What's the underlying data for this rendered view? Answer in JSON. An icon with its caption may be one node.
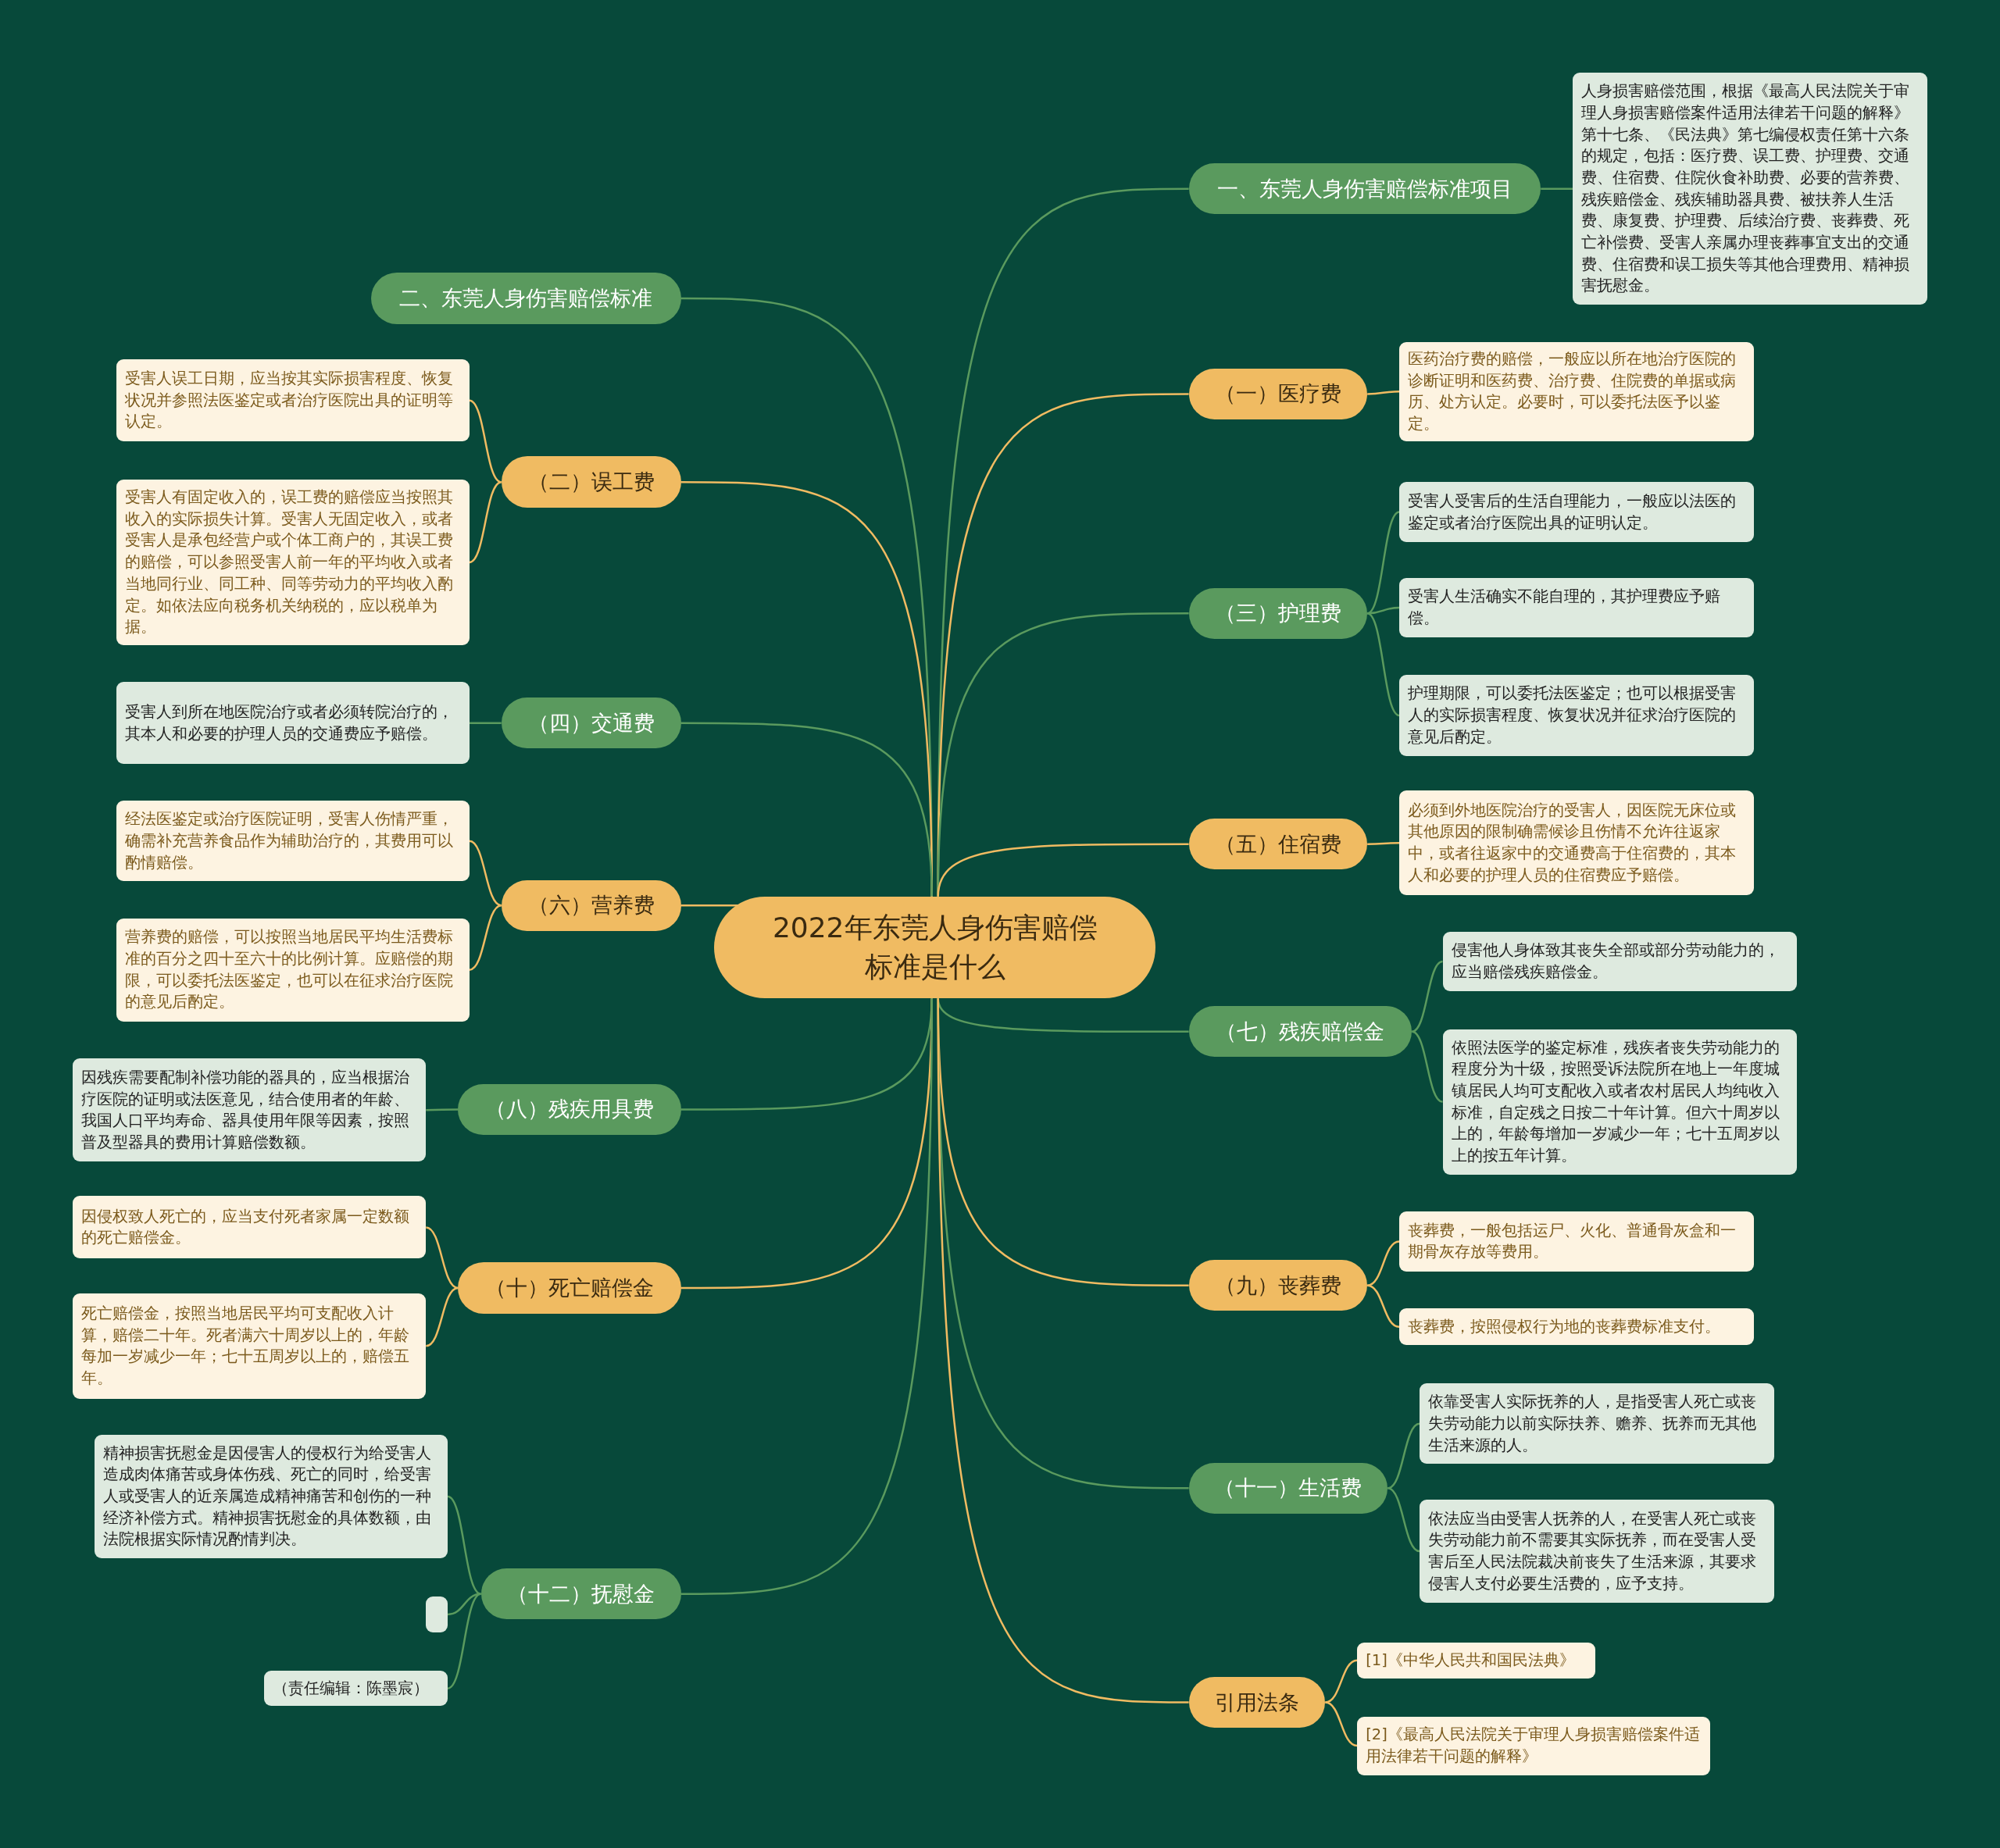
{
  "diagram": {
    "nodes": [
      {
        "text": [
          "2022年东莞人身伤害赔偿标准是什么"
        ]
      },
      {
        "text": [
          "一、东莞人身伤害赔偿标准项目"
        ]
      },
      {
        "text": [
          "人身损害赔偿范围，根据《最高人民法院关于审理人身损害赔偿案件适用法律若干问题的解释》第十七条、《民法典》第七编侵权责任第十六条的规定，包括：医疗费、误工费、护理费、交通费、住宿费、住院伙食补助费、必要的营养费、残疾赔偿金、残疾辅助器具费、被扶养人生活费、康复费、护理费、后续治疗费、丧葬费、死亡补偿费、受害人亲属办理丧葬事宜支出的交通费、住宿费和误工损失等其他合理费用、精神损害抚慰金。"
        ]
      },
      {
        "text": [
          "二、东莞人身伤害赔偿标准"
        ]
      },
      {
        "text": [
          "（一）医疗费"
        ]
      },
      {
        "text": [
          "医药治疗费的赔偿，一般应以所在地治疗医院的诊断证明和医药费、治疗费、住院费的单据或病历、处方认定。必要时，可以委托法医予以鉴定。"
        ]
      },
      {
        "text": [
          "（二）误工费"
        ]
      },
      {
        "text": [
          "受害人误工日期，应当按其实际损害程度、恢复状况并参照法医鉴定或者治疗医院出具的证明等认定。"
        ]
      },
      {
        "text": [
          "受害人有固定收入的，误工费的赔偿应当按照其收入的实际损失计算。受害人无固定收入，或者受害人是承包经营户或个体工商户的，其误工费的赔偿，可以参照受害人前一年的平均收入或者当地同行业、同工种、同等劳动力的平均收入酌定。如依法应向税务机关纳税的，应以税单为据。"
        ]
      },
      {
        "text": [
          "（三）护理费"
        ]
      },
      {
        "text": [
          "受害人受害后的生活自理能力，一般应以法医的鉴定或者治疗医院出具的证明认定。"
        ]
      },
      {
        "text": [
          "受害人生活确实不能自理的，其护理费应予赔偿。"
        ]
      },
      {
        "text": [
          "护理期限，可以委托法医鉴定；也可以根据受害人的实际损害程度、恢复状况并征求治疗医院的意见后酌定。"
        ]
      },
      {
        "text": [
          "（四）交通费"
        ]
      },
      {
        "text": [
          "受害人到所在地医院治疗或者必须转院治疗的，其本人和必要的护理人员的交通费应予赔偿。"
        ]
      },
      {
        "text": [
          "（五）住宿费"
        ]
      },
      {
        "text": [
          "必须到外地医院治疗的受害人，因医院无床位或其他原因的限制确需候诊且伤情不允许往返家中，或者往返家中的交通费高于住宿费的，其本人和必要的护理人员的住宿费应予赔偿。"
        ]
      },
      {
        "text": [
          "（六）营养费"
        ]
      },
      {
        "text": [
          "经法医鉴定或治疗医院证明，受害人伤情严重，确需补充营养食品作为辅助治疗的，其费用可以酌情赔偿。"
        ]
      },
      {
        "text": [
          "营养费的赔偿，可以按照当地居民平均生活费标准的百分之四十至六十的比例计算。应赔偿的期限，可以委托法医鉴定，也可以在征求治疗医院的意见后酌定。"
        ]
      },
      {
        "text": [
          "（七）残疾赔偿金"
        ]
      },
      {
        "text": [
          "侵害他人身体致其丧失全部或部分劳动能力的，应当赔偿残疾赔偿金。"
        ]
      },
      {
        "text": [
          "依照法医学的鉴定标准，残疾者丧失劳动能力的程度分为十级，按照受诉法院所在地上一年度城镇居民人均可支配收入或者农村居民人均纯收入标准，自定残之日按二十年计算。但六十周岁以上的，年龄每增加一岁减少一年；七十五周岁以上的按五年计算。"
        ]
      },
      {
        "text": [
          "（八）残疾用具费"
        ]
      },
      {
        "text": [
          "因残疾需要配制补偿功能的器具的，应当根据治疗医院的证明或法医意见，结合使用者的年龄、我国人口平均寿命、器具使用年限等因素，按照普及型器具的费用计算赔偿数额。"
        ]
      },
      {
        "text": [
          "（九）丧葬费"
        ]
      },
      {
        "text": [
          "丧葬费，一般包括运尸、火化、普通骨灰盒和一期骨灰存放等费用。"
        ]
      },
      {
        "text": [
          "丧葬费，按照侵权行为地的丧葬费标准支付。"
        ]
      },
      {
        "text": [
          "（十）死亡赔偿金"
        ]
      },
      {
        "text": [
          "因侵权致人死亡的，应当支付死者家属一定数额的死亡赔偿金。"
        ]
      },
      {
        "text": [
          "死亡赔偿金，按照当地居民平均可支配收入计算，赔偿二十年。死者满六十周岁以上的，年龄每加一岁减少一年；七十五周岁以上的，赔偿五年。"
        ]
      },
      {
        "text": [
          "（十一）生活费"
        ]
      },
      {
        "text": [
          "依靠受害人实际抚养的人，是指受害人死亡或丧失劳动能力以前实际扶养、赡养、抚养而无其他生活来源的人。"
        ]
      },
      {
        "text": [
          "依法应当由受害人抚养的人，在受害人死亡或丧失劳动能力前不需要其实际抚养，而在受害人受害后至人民法院裁决前丧失了生活来源，其要求侵害人支付必要生活费的，应予支持。"
        ]
      },
      {
        "text": [
          "（十二）抚慰金"
        ]
      },
      {
        "text": [
          "精神损害抚慰金是因侵害人的侵权行为给受害人造成肉体痛苦或身体伤残、死亡的同时，给受害人或受害人的近亲属造成精神痛苦和创伤的一种经济补偿方式。精神损害抚慰金的具体数额，由法院根据实际情况酌情判决。"
        ]
      },
      {
        "text": [],
        "shape": "box"
      },
      {
        "text": [
          "（责任编辑：陈墨宸）"
        ]
      },
      {
        "text": [
          "引用法条"
        ]
      },
      {
        "text": [
          "[1]《中华人民共和国民法典》"
        ]
      },
      {
        "text": [
          "[2]《最高人民法院关于审理人身损害赔偿案件适用法律若干问题的解释》"
        ]
      }
    ],
    "edges": [
      {
        "from": 0,
        "to": 1,
        "arrow": "none"
      },
      {
        "from": 1,
        "to": 2,
        "arrow": "none"
      },
      {
        "from": 0,
        "to": 3,
        "arrow": "none"
      },
      {
        "from": 0,
        "to": 4,
        "arrow": "none",
        "color": "#f0bb62"
      },
      {
        "from": 4,
        "to": 5,
        "arrow": "none",
        "color": "#f0bb62"
      },
      {
        "from": 0,
        "to": 6,
        "arrow": "none",
        "color": "#f0bb62"
      },
      {
        "from": 6,
        "to": 7,
        "arrow": "none",
        "color": "#f0bb62"
      },
      {
        "from": 6,
        "to": 8,
        "arrow": "none",
        "color": "#f0bb62"
      },
      {
        "from": 0,
        "to": 9,
        "arrow": "none"
      },
      {
        "from": 9,
        "to": 10,
        "arrow": "none"
      },
      {
        "from": 9,
        "to": 11,
        "arrow": "none"
      },
      {
        "from": 9,
        "to": 12,
        "arrow": "none"
      },
      {
        "from": 0,
        "to": 13,
        "arrow": "none"
      },
      {
        "from": 13,
        "to": 14,
        "arrow": "none"
      },
      {
        "from": 0,
        "to": 15,
        "arrow": "none",
        "color": "#f0bb62"
      },
      {
        "from": 15,
        "to": 16,
        "arrow": "none",
        "color": "#f0bb62"
      },
      {
        "from": 0,
        "to": 17,
        "arrow": "none",
        "color": "#f0bb62"
      },
      {
        "from": 17,
        "to": 18,
        "arrow": "none",
        "color": "#f0bb62"
      },
      {
        "from": 17,
        "to": 19,
        "arrow": "none",
        "color": "#f0bb62"
      },
      {
        "from": 0,
        "to": 20,
        "arrow": "none"
      },
      {
        "from": 20,
        "to": 21,
        "arrow": "none"
      },
      {
        "from": 20,
        "to": 22,
        "arrow": "none"
      },
      {
        "from": 0,
        "to": 23,
        "arrow": "none"
      },
      {
        "from": 23,
        "to": 24,
        "arrow": "none"
      },
      {
        "from": 0,
        "to": 25,
        "arrow": "none",
        "color": "#f0bb62"
      },
      {
        "from": 25,
        "to": 26,
        "arrow": "none",
        "color": "#f0bb62"
      },
      {
        "from": 25,
        "to": 27,
        "arrow": "none",
        "color": "#f0bb62"
      },
      {
        "from": 0,
        "to": 28,
        "arrow": "none",
        "color": "#f0bb62"
      },
      {
        "from": 28,
        "to": 29,
        "arrow": "none",
        "color": "#f0bb62"
      },
      {
        "from": 28,
        "to": 30,
        "arrow": "none",
        "color": "#f0bb62"
      },
      {
        "from": 0,
        "to": 31,
        "arrow": "none"
      },
      {
        "from": 31,
        "to": 32,
        "arrow": "none"
      },
      {
        "from": 31,
        "to": 33,
        "arrow": "none"
      },
      {
        "from": 0,
        "to": 34,
        "arrow": "none"
      },
      {
        "from": 34,
        "to": 35,
        "arrow": "none"
      },
      {
        "from": 34,
        "to": 36,
        "arrow": "none"
      },
      {
        "from": 34,
        "to": 37,
        "arrow": "none"
      },
      {
        "from": 0,
        "to": 38,
        "arrow": "none",
        "color": "#f0bb62"
      },
      {
        "from": 38,
        "to": 39,
        "arrow": "none",
        "color": "#f0bb62"
      },
      {
        "from": 38,
        "to": 40,
        "arrow": "none",
        "color": "#f0bb62"
      }
    ]
  }
}
